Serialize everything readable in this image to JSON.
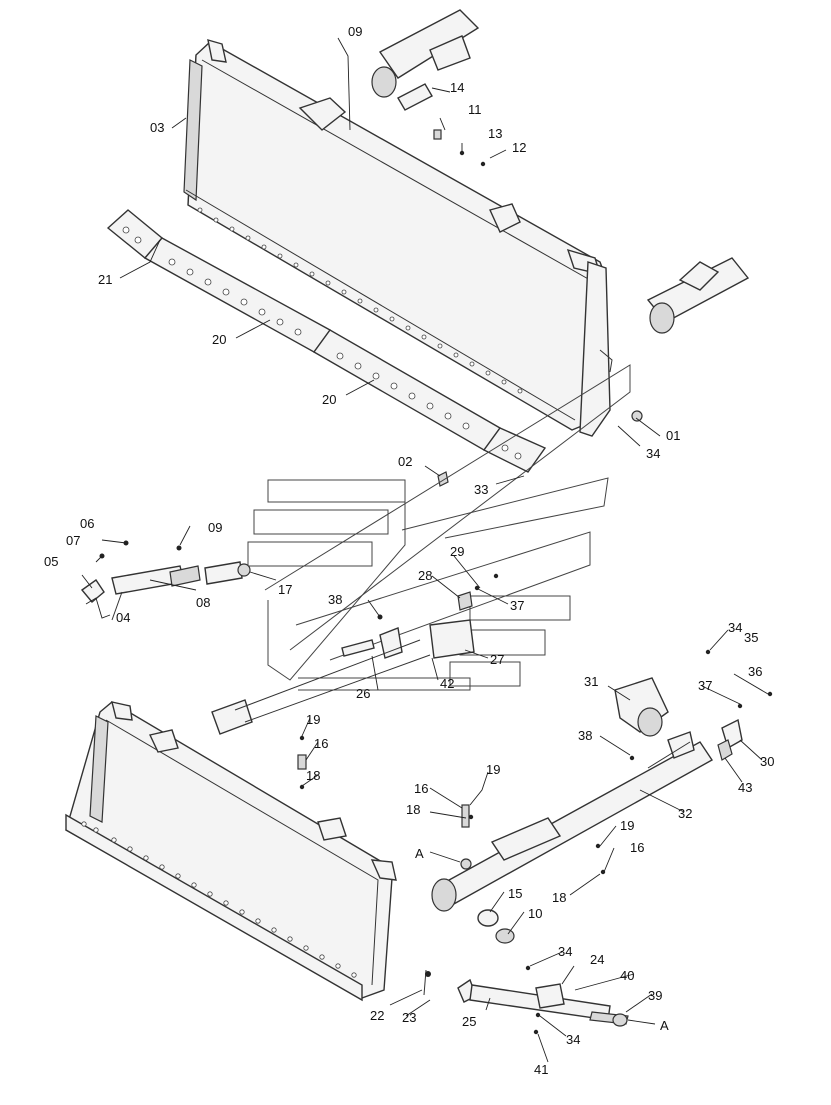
{
  "callouts": {
    "c09a": "09",
    "c03": "03",
    "c14": "14",
    "c11": "11",
    "c13": "13",
    "c12": "12",
    "c21": "21",
    "c20a": "20",
    "c20b": "20",
    "c01": "01",
    "c34a": "34",
    "c02": "02",
    "c33": "33",
    "c06": "06",
    "c09b": "09",
    "c07": "07",
    "c05": "05",
    "c08": "08",
    "c04": "04",
    "c17": "17",
    "c29": "29",
    "c28": "28",
    "c37a": "37",
    "c38a": "38",
    "c27": "27",
    "c26": "26",
    "c42": "42",
    "c34b": "34",
    "c35": "35",
    "c31": "31",
    "c36": "36",
    "c37b": "37",
    "c38b": "38",
    "c30": "30",
    "c43": "43",
    "c19a": "19",
    "c16a": "16",
    "c18a": "18",
    "c19b": "19",
    "c16b": "16",
    "c18b": "18",
    "c32": "32",
    "c19c": "19",
    "c16c": "16",
    "c18c": "18",
    "cA1": "A",
    "c15": "15",
    "c10": "10",
    "c34c": "34",
    "c24": "24",
    "c40": "40",
    "c39": "39",
    "c22": "22",
    "c23": "23",
    "c25": "25",
    "c34d": "34",
    "c41": "41",
    "cA2": "A"
  }
}
